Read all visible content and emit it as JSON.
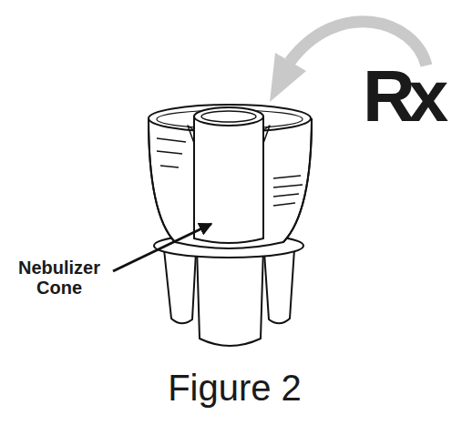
{
  "diagram": {
    "caption": "Figure 2",
    "labels": [
      "Rx",
      "Nebulizer Cone"
    ]
  }
}
